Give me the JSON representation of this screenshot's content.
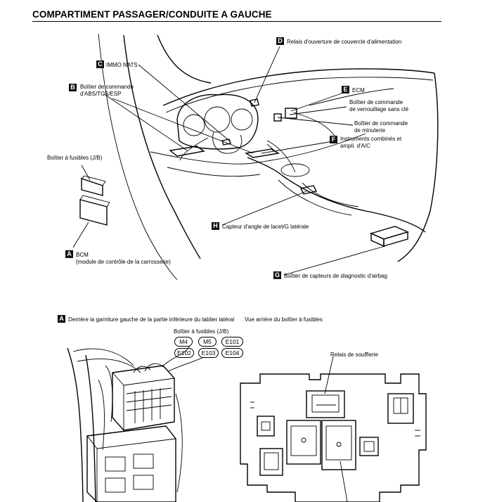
{
  "title": "COMPARTIMENT PASSAGER/CONDUITE A GAUCHE",
  "labels": {
    "D": {
      "letter": "D",
      "text": "Relais d'ouverture de couvercle d'alimentation"
    },
    "C": {
      "letter": "C",
      "text": "IMMO NATS"
    },
    "B": {
      "letter": "B",
      "line1": "Boîtier de commande",
      "line2": "d'ABS/TCS/ESP"
    },
    "E": {
      "letter": "E",
      "text": "ECM"
    },
    "E2": {
      "line1": "Boîtier de commande",
      "line2": "de verrouillage sans clé"
    },
    "E3": {
      "line1": "Boîtier de commande",
      "line2": "de minuterie"
    },
    "F": {
      "letter": "F",
      "line1": "Instruments combinés et",
      "line2": "ampli. d'A/C"
    },
    "JB": {
      "text": "Boîtier à fusibles (J/B)"
    },
    "H": {
      "letter": "H",
      "text": "Capteur d'angle de lacet/G latérale"
    },
    "A": {
      "letter": "A",
      "line1": "BCM",
      "line2": "(module de contrôle de la carrosserie)"
    },
    "G": {
      "letter": "G",
      "text": "Boîtier de capteurs de diagnostic d'airbag"
    }
  },
  "detail": {
    "letter": "A",
    "caption": "Derrière la garniture gauche de la partie inférieure du tablier latéral",
    "rear_view": "Vue arrière du boîtier à fusibles",
    "jb_label": "Boîtier à fusibles (J/B)",
    "connectors": [
      "M4",
      "M5",
      "E101",
      "E102",
      "E103",
      "E104"
    ],
    "relay_label": "Relais de soufflerie"
  }
}
